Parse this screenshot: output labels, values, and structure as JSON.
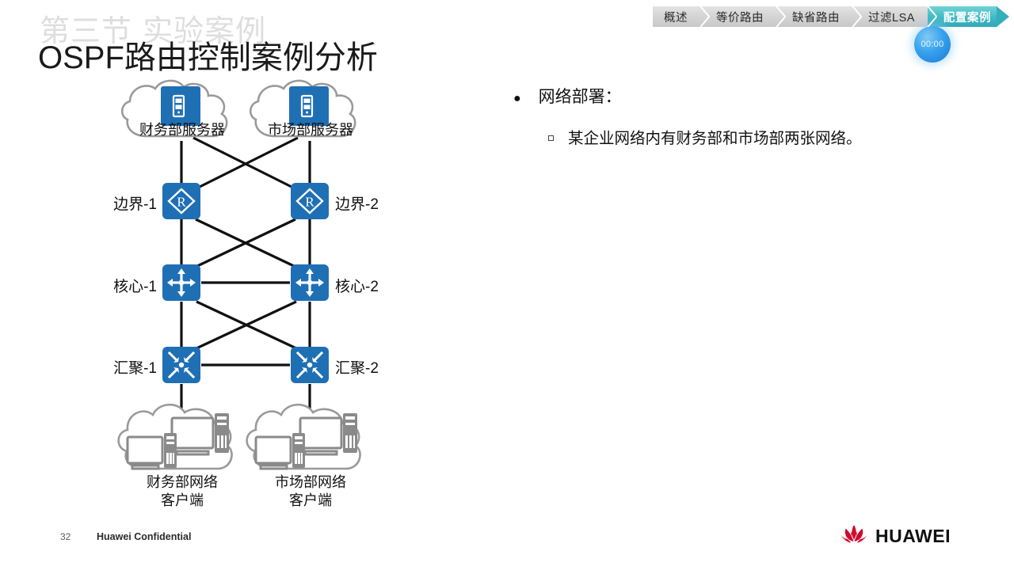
{
  "nav": {
    "items": [
      {
        "label": "概述",
        "active": false
      },
      {
        "label": "等价路由",
        "active": false
      },
      {
        "label": "缺省路由",
        "active": false
      },
      {
        "label": "过滤LSA",
        "active": false
      },
      {
        "label": "配置案例",
        "active": true
      }
    ],
    "active_color": "#3fb9c4",
    "inactive_color": "#d4d4d4"
  },
  "timer": {
    "value": "00:00",
    "color": "#2f9ee6"
  },
  "title": {
    "text": "OSPF路由控制案例分析",
    "ghost_text": "第三节  实验案例"
  },
  "body": {
    "bullet1": "网络部署：",
    "bullet2": "某企业网络内有财务部和市场部两张网络。"
  },
  "diagram": {
    "accent_blue": "#1f6fb5",
    "line_color": "#111111",
    "cloud_color": "#9a9a9a",
    "top_clouds": [
      {
        "label": "财务部服务器",
        "icon": "server-icon"
      },
      {
        "label": "市场部服务器",
        "icon": "server-icon"
      }
    ],
    "routers": [
      {
        "label": "边界-1",
        "icon": "router-icon",
        "side": "left"
      },
      {
        "label": "边界-2",
        "icon": "router-icon",
        "side": "right"
      }
    ],
    "core_switches": [
      {
        "label": "核心-1",
        "icon": "core-switch-icon",
        "side": "left"
      },
      {
        "label": "核心-2",
        "icon": "core-switch-icon",
        "side": "right"
      }
    ],
    "agg_switches": [
      {
        "label": "汇聚-1",
        "icon": "aggregation-switch-icon",
        "side": "left"
      },
      {
        "label": "汇聚-2",
        "icon": "aggregation-switch-icon",
        "side": "right"
      }
    ],
    "bottom_clouds": [
      {
        "line1": "财务部网络",
        "line2": "客户端",
        "icon": "pc-client-icon"
      },
      {
        "line1": "市场部网络",
        "line2": "客户端",
        "icon": "pc-client-icon"
      }
    ]
  },
  "footer": {
    "page_number": "32",
    "confidential": "Huawei Confidential",
    "brand": "HUAWEI",
    "brand_color": "#cf0a2c"
  }
}
